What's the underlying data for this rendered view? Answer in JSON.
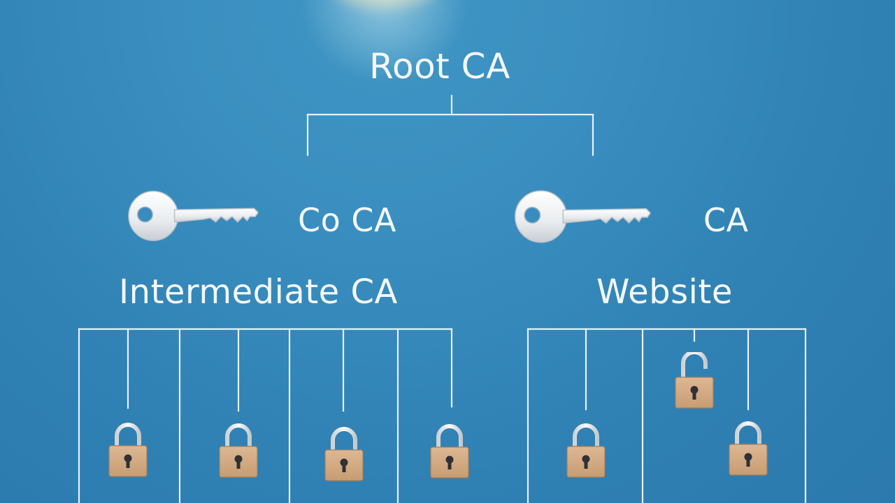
{
  "diagram": {
    "root": {
      "label": "Root CA"
    },
    "children": [
      {
        "label": "Co CA",
        "icon": "key-icon"
      },
      {
        "label": "CA",
        "icon": "key-icon"
      }
    ],
    "groups": [
      {
        "label": "Intermediate CA",
        "locks": 4
      },
      {
        "label": "Website",
        "locks": 3
      }
    ]
  },
  "colors": {
    "background": "#2f80b3",
    "lines": "#e8f1f8",
    "text": "#f4f9fd",
    "lock_body": "#d3aa82",
    "key": "#f2f4f6"
  }
}
